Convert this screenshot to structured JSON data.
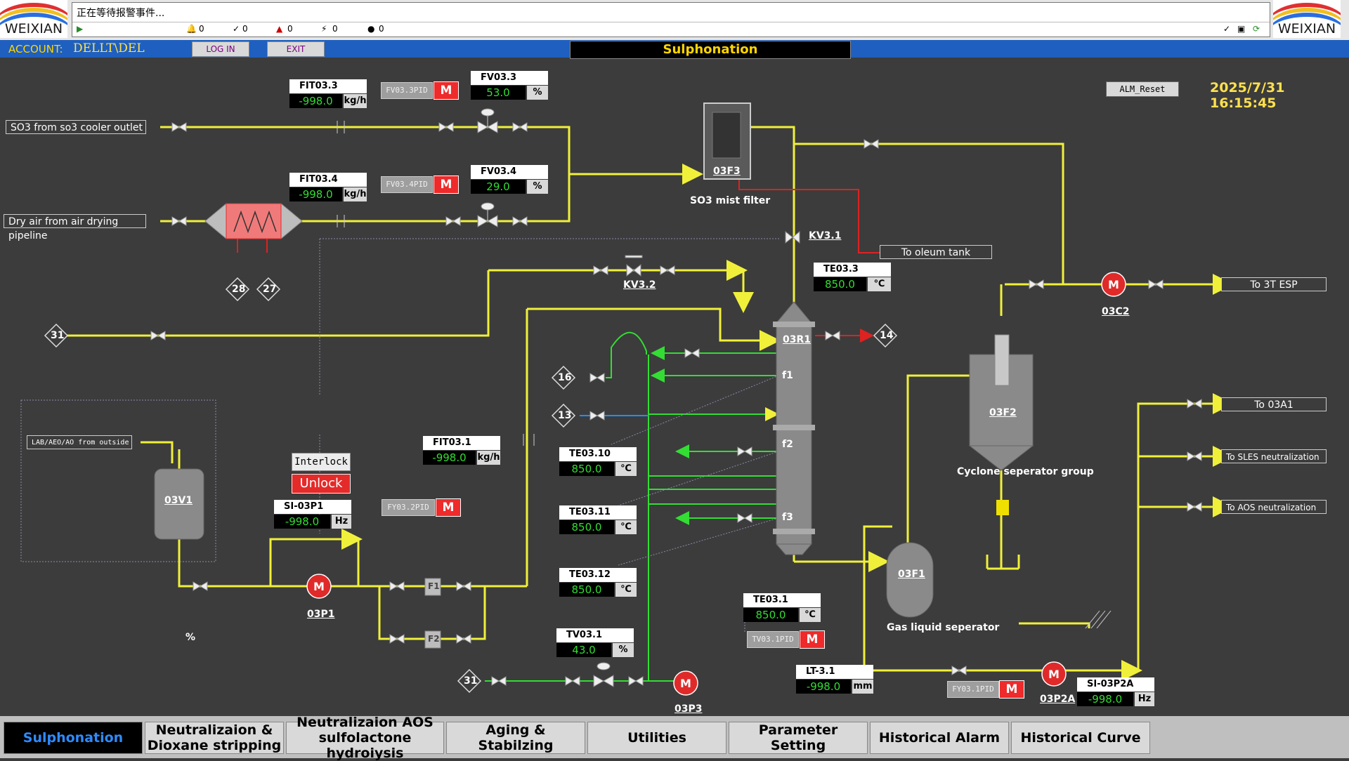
{
  "header": {
    "alarm_message": "正在等待报警事件...",
    "alarm_counters": [
      "0",
      "0",
      "0",
      "0",
      "0"
    ],
    "account_label": "ACCOUNT:",
    "account_user": "DELLT\\DEL",
    "login_label": "LOG IN",
    "exit_label": "EXIT",
    "page_title": "Sulphonation",
    "alm_reset_label": "ALM_Reset",
    "datetime": "2025/7/31 16:15:45",
    "logo_text": "WEIXIAN"
  },
  "instruments": {
    "fit033": {
      "tag": "FIT03.3",
      "value": "-998.0",
      "unit": "kg/h"
    },
    "fit034": {
      "tag": "FIT03.4",
      "value": "-998.0",
      "unit": "kg/h"
    },
    "fv033": {
      "tag": "FV03.3",
      "value": "53.0",
      "unit": "%"
    },
    "fv034": {
      "tag": "FV03.4",
      "value": "29.0",
      "unit": "%"
    },
    "te033": {
      "tag": "TE03.3",
      "value": "850.0",
      "unit": "℃"
    },
    "fit031": {
      "tag": "FIT03.1",
      "value": "-998.0",
      "unit": "kg/h"
    },
    "si03p1": {
      "tag": "SI-03P1",
      "value": "-998.0",
      "unit": "Hz"
    },
    "te0310": {
      "tag": "TE03.10",
      "value": "850.0",
      "unit": "℃"
    },
    "te0311": {
      "tag": "TE03.11",
      "value": "850.0",
      "unit": "℃"
    },
    "te0312": {
      "tag": "TE03.12",
      "value": "850.0",
      "unit": "℃"
    },
    "te031": {
      "tag": "TE03.1",
      "value": "850.0",
      "unit": "℃"
    },
    "tv031": {
      "tag": "TV03.1",
      "value": "43.0",
      "unit": "%"
    },
    "lt31": {
      "tag": "LT-3.1",
      "value": "-998.0",
      "unit": "mm"
    },
    "si03p2a": {
      "tag": "SI-03P2A",
      "value": "-998.0",
      "unit": "Hz"
    }
  },
  "pid_boxes": {
    "fv033pid": "FV03.3PID",
    "fv034pid": "FV03.4PID",
    "fy032pid": "FY03.2PID",
    "tv031pid": "TV03.1PID",
    "fy031pid": "FY03.1PID",
    "m": "M"
  },
  "inlets": {
    "so3_in": "SO3 from so3 cooler outlet",
    "air_in": "Dry air from air drying pipeline",
    "lab_in": "LAB/AEO/AO from outside"
  },
  "outlets": {
    "oleum": "To  oleum tank",
    "esp": "To  3T ESP",
    "a1": "To  03A1",
    "sles": "To SLES neutralization",
    "aos": "To AOS neutralization"
  },
  "equipment": {
    "f3": "03F3",
    "f3_desc": "SO3 mist filter",
    "r1": "03R1",
    "f2": "03F2",
    "f2_desc": "Cyclone  seperator group",
    "f1": "03F1",
    "f1_desc": "Gas  liquid seperator",
    "v1": "03V1",
    "p1": "03P1",
    "p3": "03P3",
    "p2a": "03P2A",
    "c2": "03C2",
    "kv31": "KV3.1",
    "kv32": "KV3.2",
    "filter1": "F1",
    "filter2": "F2",
    "zone_f1": "f1",
    "zone_f2": "f2",
    "zone_f3": "f3"
  },
  "connectors": [
    "28",
    "27",
    "31",
    "16",
    "13",
    "14",
    "31"
  ],
  "interlock": {
    "label": "Interlock",
    "unlock": "Unlock"
  },
  "misc": {
    "percent": "%"
  },
  "nav": {
    "tabs": [
      {
        "label": "Sulphonation",
        "active": true
      },
      {
        "label": "Neutralizaion &\nDioxane stripping"
      },
      {
        "label": "Neutralizaion AOS\nsulfolactone hydroiysis"
      },
      {
        "label": "Aging & Stabilzing"
      },
      {
        "label": "Utilities"
      },
      {
        "label": "Parameter Setting"
      },
      {
        "label": "Historical Alarm"
      },
      {
        "label": "Historical Curve"
      }
    ]
  },
  "colors": {
    "process_line": "#f0f03a",
    "gas_line": "#33dd33",
    "water_line": "#1e90ff",
    "red_line": "#dd2222",
    "background": "#3c3c3c"
  }
}
